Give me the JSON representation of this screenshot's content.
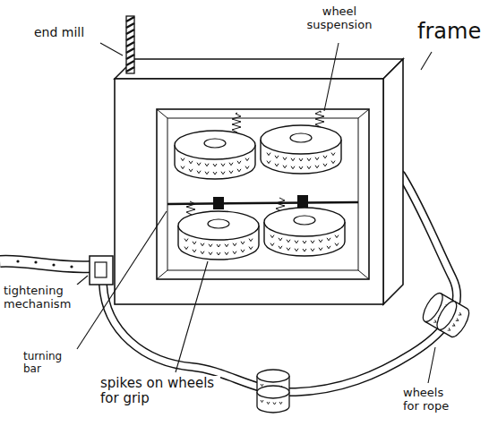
{
  "diagram": {
    "labels": [
      "end mill",
      "wheel suspension",
      "frame",
      "tightening mechanism",
      "turning bar",
      "spikes on wheels for grip",
      "wheels for rope"
    ]
  }
}
